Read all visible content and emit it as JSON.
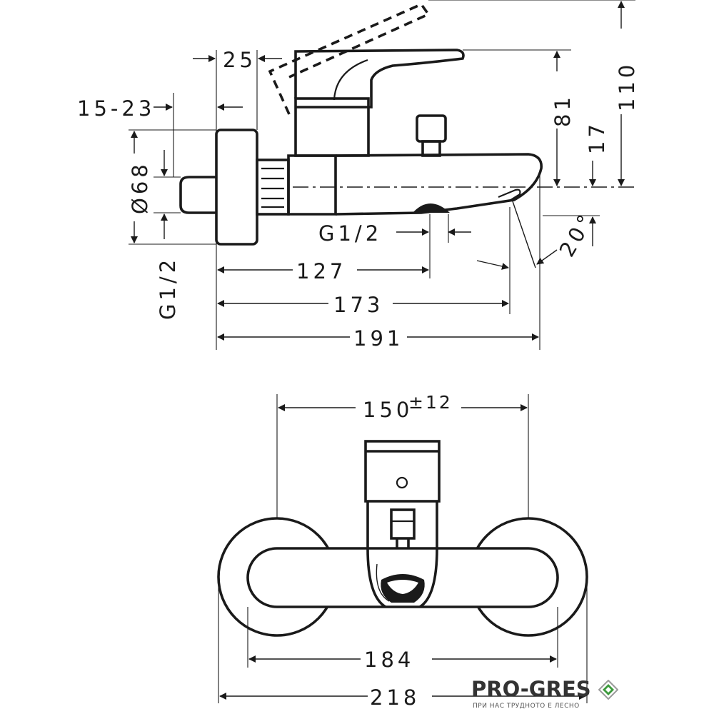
{
  "side_view": {
    "dimensions": {
      "projection": "25",
      "wall_distance": "15-23",
      "rosette_diameter": "Ø68",
      "inlet_thread": "G1/2",
      "lever_height": "81",
      "overall_height": "110",
      "outlet_height": "17",
      "outlet_thread": "G1/2",
      "outlet_angle": "20°",
      "to_diverter": "127",
      "to_outlet": "173",
      "overall_depth": "191"
    }
  },
  "front_view": {
    "dimensions": {
      "centres": "150",
      "centres_tolerance": "±12",
      "cover_width": "184",
      "overall_width": "218"
    }
  },
  "logo": {
    "name": "PRO-GRES",
    "slogan": "ПРИ НАС ТРУДНОТО Е ЛЕСНО",
    "colors": {
      "green": "#3c9a3c",
      "grey": "#9a9a9a"
    }
  }
}
